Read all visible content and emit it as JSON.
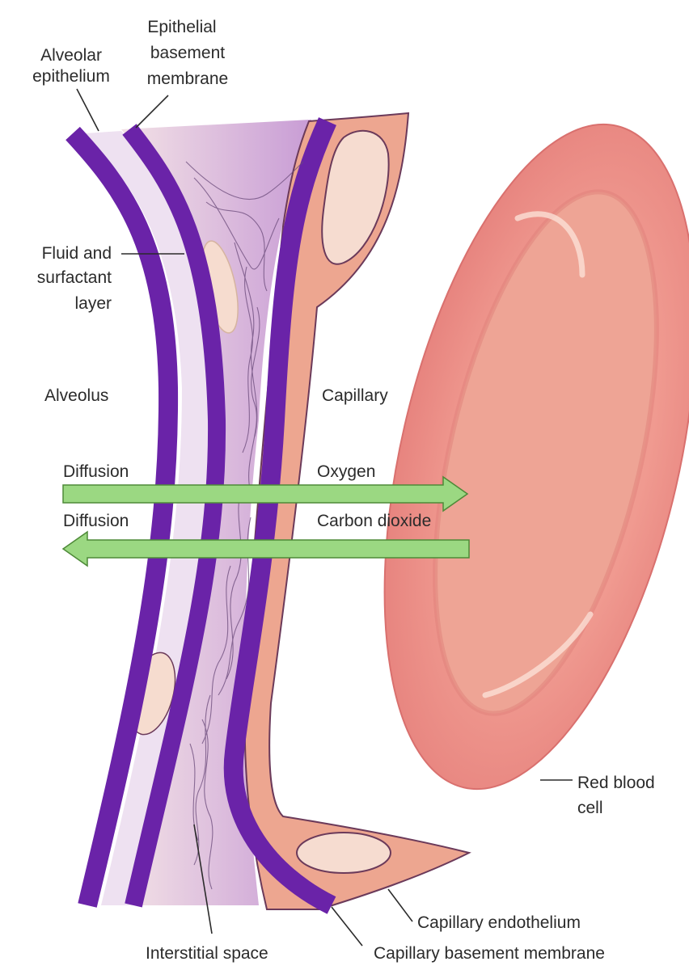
{
  "labels": {
    "alveolar_epithelium": [
      "Alveolar",
      "epithelium"
    ],
    "epithelial_basement_membrane": [
      "Epithelial",
      "basement",
      "membrane"
    ],
    "fluid_surfactant_layer": [
      "Fluid and",
      "surfactant",
      "layer"
    ],
    "alveolus": "Alveolus",
    "capillary": "Capillary",
    "red_blood_cell": [
      "Red blood",
      "cell"
    ],
    "capillary_endothelium": "Capillary endothelium",
    "capillary_basement_membrane": "Capillary basement membrane",
    "interstitial_space": "Interstitial space"
  },
  "diffusion": {
    "oxygen": {
      "left_label": "Diffusion",
      "right_label": "Oxygen",
      "direction": "alveolus-to-capillary"
    },
    "carbon_dioxide": {
      "left_label": "Diffusion",
      "right_label": "Carbon dioxide",
      "direction": "capillary-to-alveolus"
    }
  },
  "colors": {
    "epithelium_purple": "#6a23a8",
    "fluid_layer": "#ecdff0",
    "interstitium_light": "#f0dde3",
    "interstitium_dark": "#c79ed3",
    "endothelium": "#eaa48f",
    "nucleus": "#f6dcd0",
    "red_blood_cell": "#e88a84",
    "arrow_fill": "#9bd882",
    "arrow_stroke": "#4e8a38"
  }
}
